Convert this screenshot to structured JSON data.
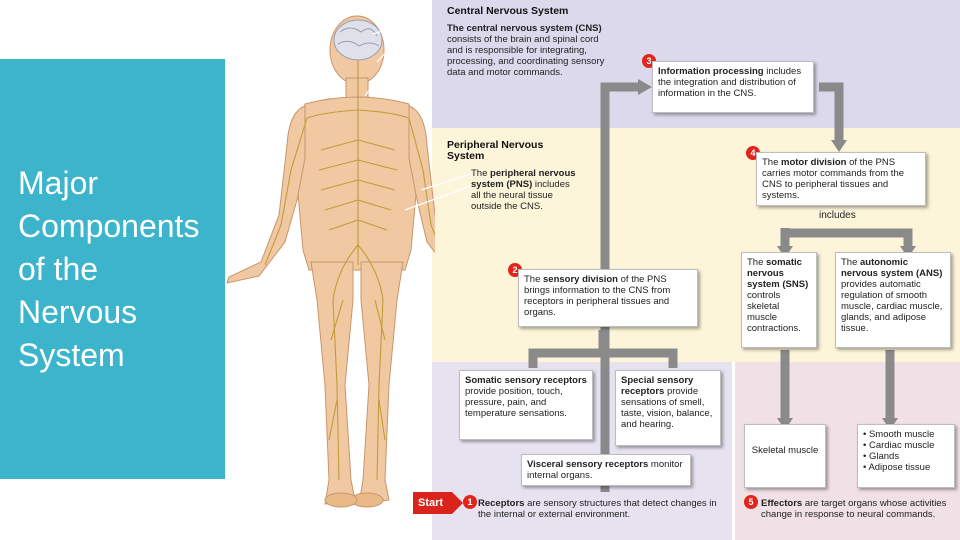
{
  "slide": {
    "title": "Major\nComponents\nof the\nNervous\nSystem"
  },
  "colors": {
    "accent": "#3cb4cc",
    "cns_zone": "#ddd9ed",
    "pns_zone": "#fdf5d9",
    "sensory_zone": "#e6e2f0",
    "effector_zone": "#f0e1e6",
    "badge": "#e1251b",
    "arrow": "#8a8a8a"
  },
  "cns": {
    "heading": "Central Nervous System",
    "body_bold": "The central nervous system (CNS)",
    "body_rest": " consists of the brain and spinal cord and is responsible for integrating, processing, and coordinating sensory data and motor commands."
  },
  "pns": {
    "heading": "Peripheral Nervous System",
    "body_pre": "The ",
    "body_bold": "peripheral nervous system (PNS)",
    "body_rest": " includes all the neural tissue outside the CNS."
  },
  "steps": {
    "info": {
      "number": "3",
      "bold": "Information processing",
      "rest": " includes the integration and distribution of information in the CNS."
    },
    "motor": {
      "number": "4",
      "pre": "The ",
      "bold": "motor division",
      "rest": " of the PNS carries motor commands from the CNS to peripheral tissues and systems."
    },
    "includes": "includes",
    "somatic": {
      "pre": "The ",
      "bold": "somatic nervous system (SNS)",
      "rest": " controls skeletal muscle contractions."
    },
    "autonomic": {
      "pre": "The ",
      "bold": "autonomic nervous system (ANS)",
      "rest": " provides automatic regulation of smooth muscle, cardiac muscle, glands, and adipose tissue."
    },
    "sensory": {
      "number": "2",
      "pre": "The ",
      "bold": "sensory division",
      "rest": " of the PNS brings information to the CNS from receptors in peripheral tissues and organs."
    },
    "somatic_receptors": {
      "bold": "Somatic sensory receptors",
      "rest": " provide position, touch, pressure, pain, and temperature sensations."
    },
    "special_receptors": {
      "bold": "Special sensory receptors",
      "rest": " provide sensations of smell, taste, vision, balance, and hearing."
    },
    "visceral_receptors": {
      "bold": "Visceral sensory receptors",
      "rest": " monitor internal organs."
    },
    "receptors": {
      "number": "1",
      "bold": "Receptors",
      "rest": " are sensory structures that detect changes in the internal or external environment."
    },
    "start": "Start",
    "skeletal_muscle": "Skeletal muscle",
    "effector_targets": [
      "• Smooth muscle",
      "• Cardiac muscle",
      "• Glands",
      "• Adipose tissue"
    ],
    "effectors": {
      "number": "5",
      "bold": "Effectors",
      "rest": " are target organs whose activities change in response to neural commands."
    }
  }
}
